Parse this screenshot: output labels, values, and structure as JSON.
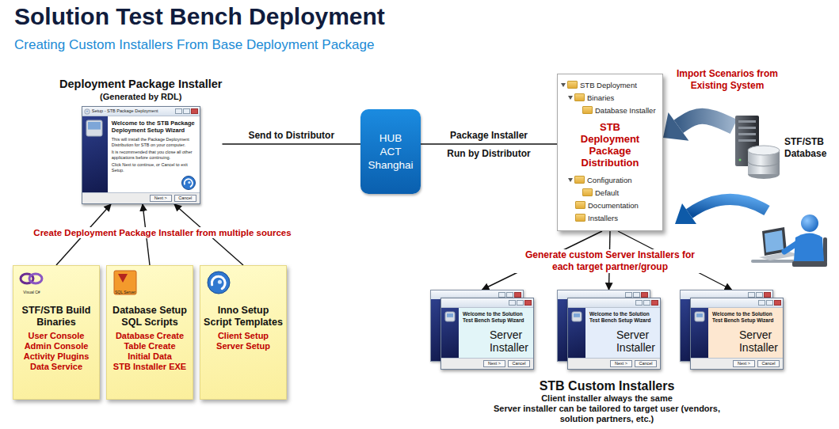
{
  "diagram": {
    "title": "Solution Test Bench Deployment",
    "nodes": [
      {
        "text": [
          "Deployment Package Installer",
          "(Generated by RDL)"
        ]
      },
      {
        "text": [
          "Setup - STB Package Deployment",
          "Welcome to the STB Package Deployment Setup Wizard",
          "This will install the Package Deployment Distribution for STB on your computer.",
          "It is recommended that you close all other applications before continuing.",
          "Click Next to continue, or Cancel to exit Setup.",
          "Next >",
          "Cancel"
        ],
        "in": 0
      },
      {
        "text": [
          "HUB ACT Shanghai"
        ]
      },
      {
        "text": [
          "STB Deployment",
          "Binaries",
          "Database Installer",
          "STB Deployment Package Distribution",
          "Configuration",
          "Default",
          "Documentation",
          "Installers"
        ]
      },
      {
        "text": [
          "STF/STB Database"
        ]
      },
      {
        "text": [
          "Visual C#",
          "STF/STB Build Binaries",
          "User Console",
          "Admin Console",
          "Activity Plugins",
          "Data Service"
        ]
      },
      {
        "text": [
          "SQL Server",
          "Database Setup SQL Scripts",
          "Database Create",
          "Table Create",
          "Initial Data",
          "STB Installer EXE"
        ]
      },
      {
        "text": [
          "Inno Setup Script Templates",
          "Client Setup",
          "Server Setup"
        ]
      },
      {
        "text": [
          "Welcome to the Solution Test Bench Setup Wizard",
          "Server Installer",
          "Next >",
          "Cancel"
        ]
      },
      {
        "text": [
          "Welcome to the Solution Test Bench Setup Wizard",
          "Server Installer",
          "Next >",
          "Cancel"
        ]
      },
      {
        "text": [
          "Welcome to the Solution Test Bench Setup Wizard",
          "Server Installer",
          "Next >",
          "Cancel"
        ]
      }
    ],
    "edges": [
      {
        "from": 5,
        "to": 0,
        "arrow": "to"
      },
      {
        "from": 6,
        "to": 0,
        "arrow": "to"
      },
      {
        "from": 7,
        "to": 0,
        "arrow": "to"
      },
      {
        "from": 0,
        "to": 2,
        "arrow": "none",
        "label": "Send to Distributor"
      },
      {
        "from": 2,
        "to": 3,
        "arrow": "none",
        "label": "Package Installer"
      },
      {
        "from": 4,
        "to": 3,
        "arrow": "to"
      },
      {
        "from": 3,
        "to": 8,
        "arrow": "to"
      },
      {
        "from": 3,
        "to": 9,
        "arrow": "to"
      },
      {
        "from": 3,
        "to": 10,
        "arrow": "to"
      }
    ],
    "labels": [
      "Creating Custom Installers From Base Deployment Package",
      "Create Deployment Package Installer from multiple sources",
      "Run by Distributor",
      "Import Scenarios from Existing System",
      "Generate custom Server Installers for each target partner/group",
      "STB Custom Installers",
      "Client installer always the same",
      "Server installer can be tailored to target user (vendors, solution partners, etc.)"
    ]
  }
}
